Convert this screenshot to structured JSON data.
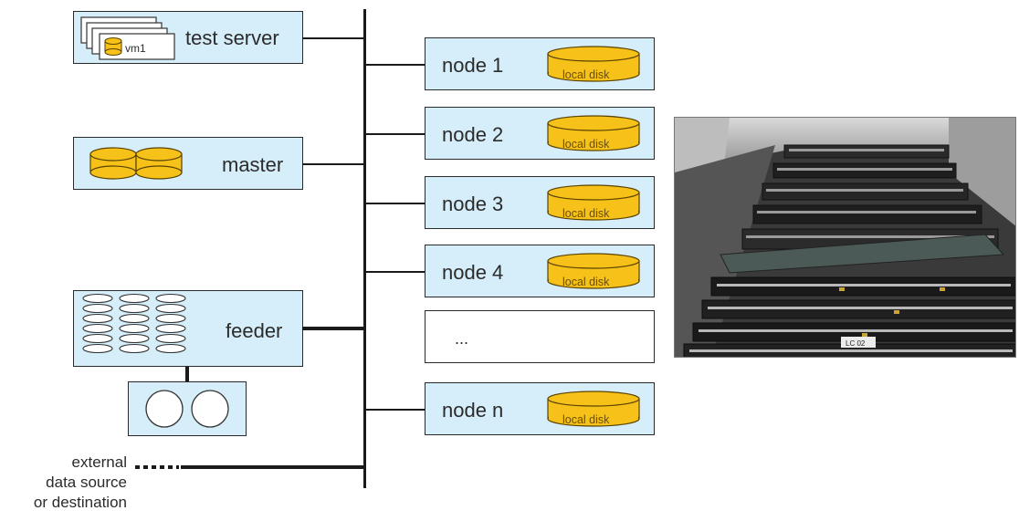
{
  "test_server": {
    "label": "test server",
    "vm_label": "vm1"
  },
  "master": {
    "label": "master"
  },
  "feeder": {
    "label": "feeder"
  },
  "nodes": [
    {
      "label": "node 1",
      "disk_label": "local disk"
    },
    {
      "label": "node 2",
      "disk_label": "local disk"
    },
    {
      "label": "node 3",
      "disk_label": "local disk"
    },
    {
      "label": "node 4",
      "disk_label": "local disk"
    },
    {
      "label": "...",
      "disk_label": ""
    },
    {
      "label": "node n",
      "disk_label": "local disk"
    }
  ],
  "external": {
    "line1": "external",
    "line2": "data source",
    "line3": "or destination"
  },
  "photo_label": "LC 02",
  "colors": {
    "box_fill": "#d6eef9",
    "disk_fill": "#f6c21a",
    "disk_stroke": "#5a4200",
    "line": "#1a1a1a"
  }
}
